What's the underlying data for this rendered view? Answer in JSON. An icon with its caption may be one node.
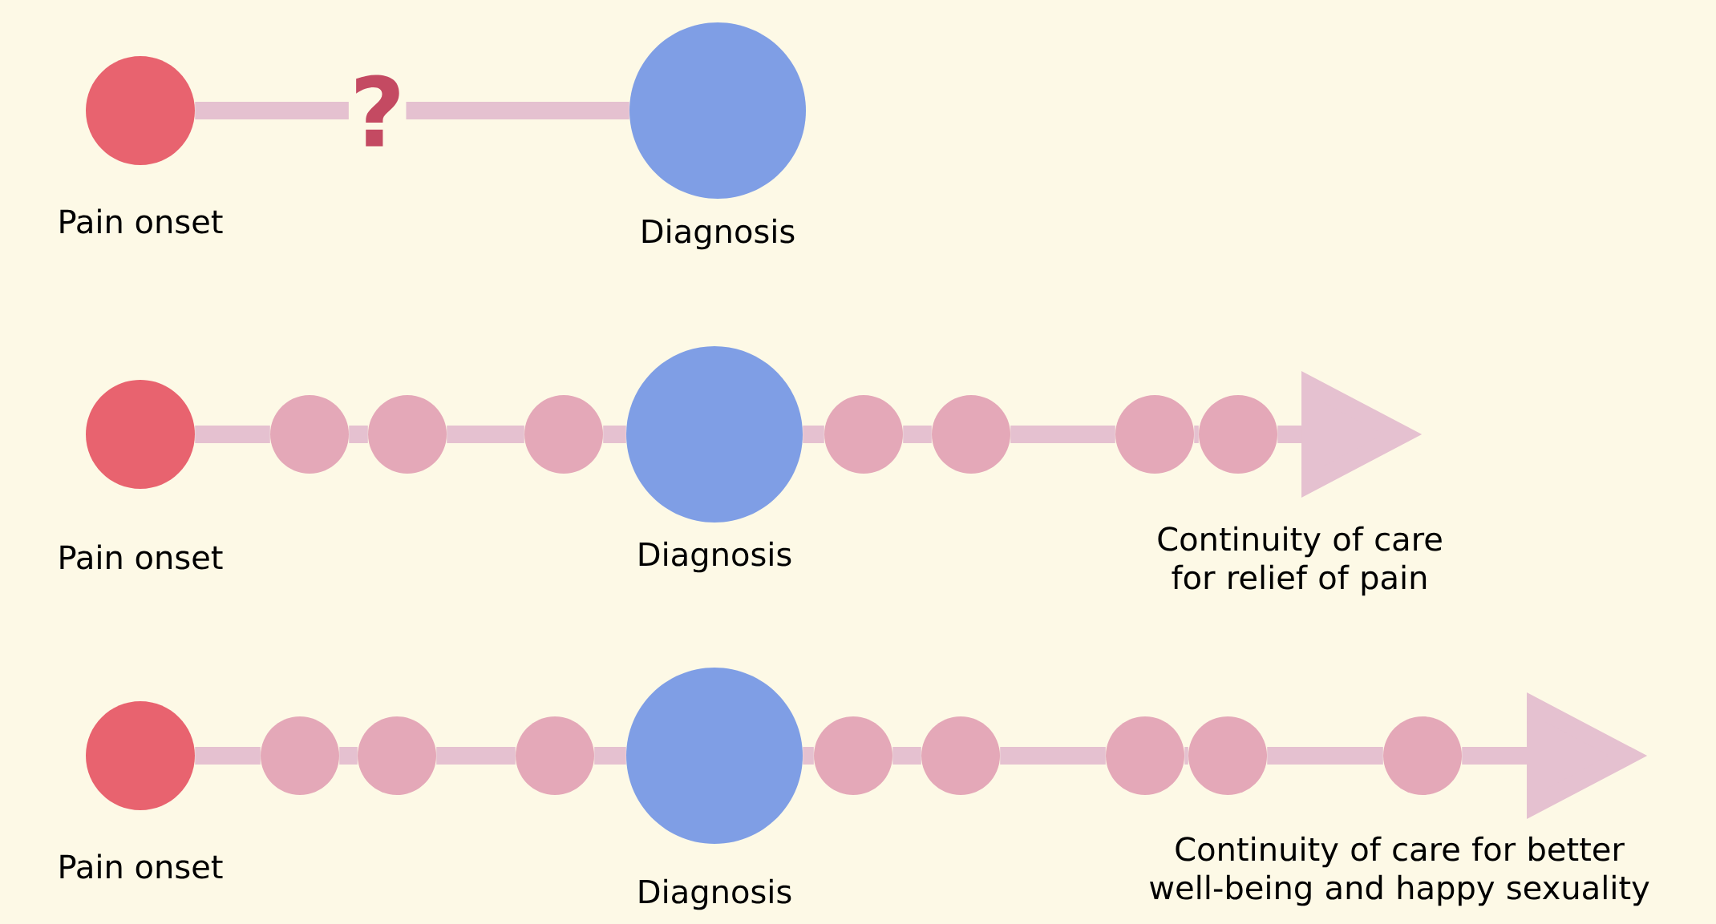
{
  "diagram": {
    "nodes": [
      {
        "text": [
          "Pain onset"
        ]
      },
      {
        "text": [
          "Diagnosis"
        ]
      },
      {
        "text": [
          "Pain onset"
        ]
      },
      {
        "text": [],
        "shape": "circle"
      },
      {
        "text": [],
        "shape": "circle"
      },
      {
        "text": [],
        "shape": "circle"
      },
      {
        "text": [
          "Diagnosis"
        ]
      },
      {
        "text": [],
        "shape": "circle"
      },
      {
        "text": [],
        "shape": "circle"
      },
      {
        "text": [],
        "shape": "circle"
      },
      {
        "text": [],
        "shape": "circle"
      },
      {
        "text": [
          "Pain onset"
        ]
      },
      {
        "text": [],
        "shape": "circle"
      },
      {
        "text": [],
        "shape": "circle"
      },
      {
        "text": [],
        "shape": "circle"
      },
      {
        "text": [
          "Diagnosis"
        ]
      },
      {
        "text": [],
        "shape": "circle"
      },
      {
        "text": [],
        "shape": "circle"
      },
      {
        "text": [],
        "shape": "circle"
      },
      {
        "text": [],
        "shape": "circle"
      },
      {
        "text": [],
        "shape": "circle"
      }
    ],
    "edges": [
      {
        "from": 0,
        "to": 1,
        "arrow": "none",
        "label": "?"
      },
      {
        "from": 2,
        "to": 3,
        "arrow": "none"
      },
      {
        "from": 3,
        "to": 4,
        "arrow": "none"
      },
      {
        "from": 4,
        "to": 5,
        "arrow": "none"
      },
      {
        "from": 5,
        "to": 6,
        "arrow": "none"
      },
      {
        "from": 6,
        "to": 7,
        "arrow": "none"
      },
      {
        "from": 7,
        "to": 8,
        "arrow": "none"
      },
      {
        "from": 8,
        "to": 9,
        "arrow": "none"
      },
      {
        "from": 9,
        "to": 10,
        "arrow": "none"
      },
      {
        "from": 10,
        "to": null,
        "arrow": "to"
      },
      {
        "from": 11,
        "to": 12,
        "arrow": "none"
      },
      {
        "from": 12,
        "to": 13,
        "arrow": "none"
      },
      {
        "from": 13,
        "to": 14,
        "arrow": "none"
      },
      {
        "from": 14,
        "to": 15,
        "arrow": "none"
      },
      {
        "from": 15,
        "to": 16,
        "arrow": "none"
      },
      {
        "from": 16,
        "to": 17,
        "arrow": "none"
      },
      {
        "from": 17,
        "to": 18,
        "arrow": "none"
      },
      {
        "from": 18,
        "to": 19,
        "arrow": "none"
      },
      {
        "from": 19,
        "to": 20,
        "arrow": "none"
      },
      {
        "from": 20,
        "to": null,
        "arrow": "to"
      }
    ],
    "labels": [
      "Continuity of care for relief of pain",
      "Continuity of care for better well-being and happy sexuality"
    ]
  }
}
